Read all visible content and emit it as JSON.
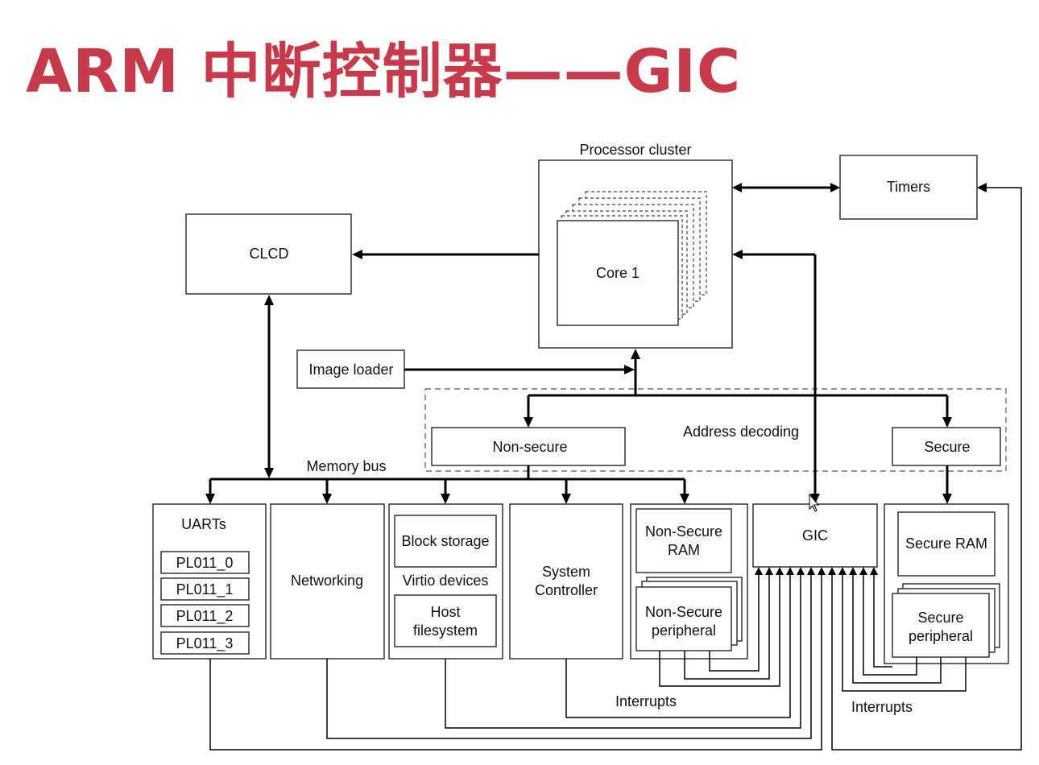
{
  "title": "ARM 中断控制器——GIC",
  "labels": {
    "processor_cluster": "Processor cluster",
    "core": "Core 1",
    "timers": "Timers",
    "clcd": "CLCD",
    "image_loader": "Image loader",
    "address_decoding": "Address decoding",
    "non_secure": "Non-secure",
    "secure": "Secure",
    "memory_bus": "Memory bus",
    "uarts": "UARTs",
    "pl011_0": "PL011_0",
    "pl011_1": "PL011_1",
    "pl011_2": "PL011_2",
    "pl011_3": "PL011_3",
    "networking": "Networking",
    "block_storage": "Block storage",
    "virtio_devices": "Virtio devices",
    "host_fs_1": "Host",
    "host_fs_2": "filesystem",
    "system_controller_1": "System",
    "system_controller_2": "Controller",
    "ns_ram_1": "Non-Secure",
    "ns_ram_2": "RAM",
    "ns_periph_1": "Non-Secure",
    "ns_periph_2": "peripheral",
    "gic": "GIC",
    "secure_ram": "Secure RAM",
    "secure_periph_1": "Secure",
    "secure_periph_2": "peripheral",
    "interrupts_left": "Interrupts",
    "interrupts_right": "Interrupts"
  },
  "colors": {
    "title": "#c8394a",
    "line": "#000000",
    "box_border": "#333333"
  }
}
